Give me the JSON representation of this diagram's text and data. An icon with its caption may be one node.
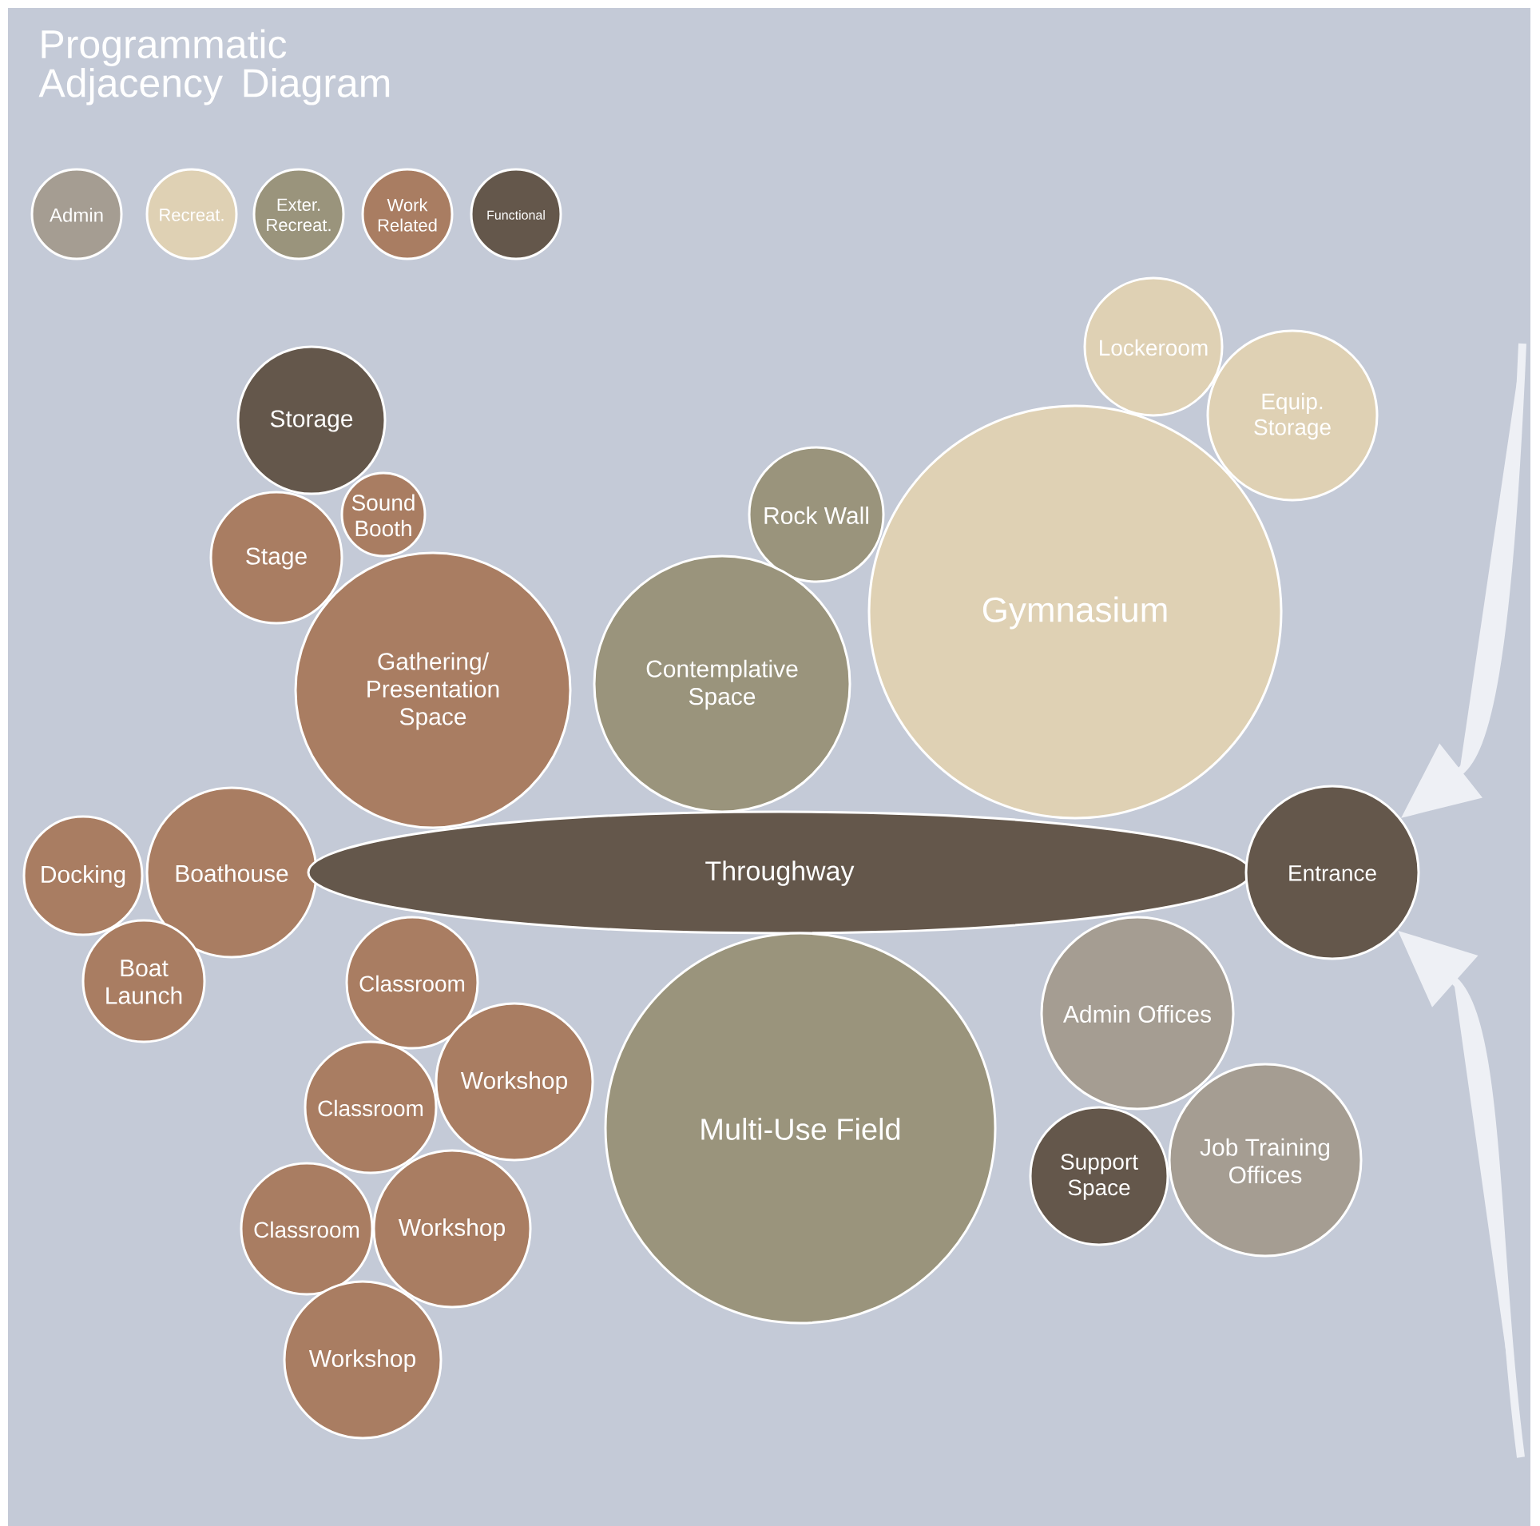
{
  "diagram": {
    "title": "Programmatic Adjacency Diagram",
    "nodes": [
      {
        "text": [
          "Lockeroom"
        ]
      },
      {
        "text": [
          "Equip. Storage"
        ]
      },
      {
        "text": [
          "Storage"
        ]
      },
      {
        "text": [
          "Rock Wall"
        ]
      },
      {
        "text": [
          "Sound Booth"
        ]
      },
      {
        "text": [
          "Stage"
        ]
      },
      {
        "text": [
          "Gymnasium"
        ]
      },
      {
        "text": [
          "Gathering/ Presentation Space"
        ]
      },
      {
        "text": [
          "Contemplative Space"
        ]
      },
      {
        "text": [
          "Docking"
        ]
      },
      {
        "text": [
          "Boathouse"
        ]
      },
      {
        "text": [
          "Throughway"
        ]
      },
      {
        "text": [
          "Entrance"
        ]
      },
      {
        "text": [
          "Boat Launch"
        ]
      },
      {
        "text": [
          "Classroom"
        ]
      },
      {
        "text": [
          "Admin Offices"
        ]
      },
      {
        "text": [
          "Workshop"
        ]
      },
      {
        "text": [
          "Classroom"
        ]
      },
      {
        "text": [
          "Multi-Use Field"
        ]
      },
      {
        "text": [
          "Support Space"
        ]
      },
      {
        "text": [
          "Job Training Offices"
        ]
      },
      {
        "text": [
          "Classroom"
        ]
      },
      {
        "text": [
          "Workshop"
        ]
      },
      {
        "text": [
          "Workshop"
        ]
      }
    ],
    "edges": [
      {
        "from": null,
        "to": 12,
        "arrow": "to"
      },
      {
        "from": null,
        "to": 12,
        "arrow": "to"
      }
    ],
    "legend": [
      {
        "text": "Admin",
        "color": "#a59d92"
      },
      {
        "text": "Recreat.",
        "color": "#dfd1b4"
      },
      {
        "text": "Exter. Recreat.",
        "color": "#9a947c"
      },
      {
        "text": "Work Related",
        "color": "#a97d62"
      },
      {
        "text": "Functional",
        "color": "#64574b"
      }
    ]
  }
}
